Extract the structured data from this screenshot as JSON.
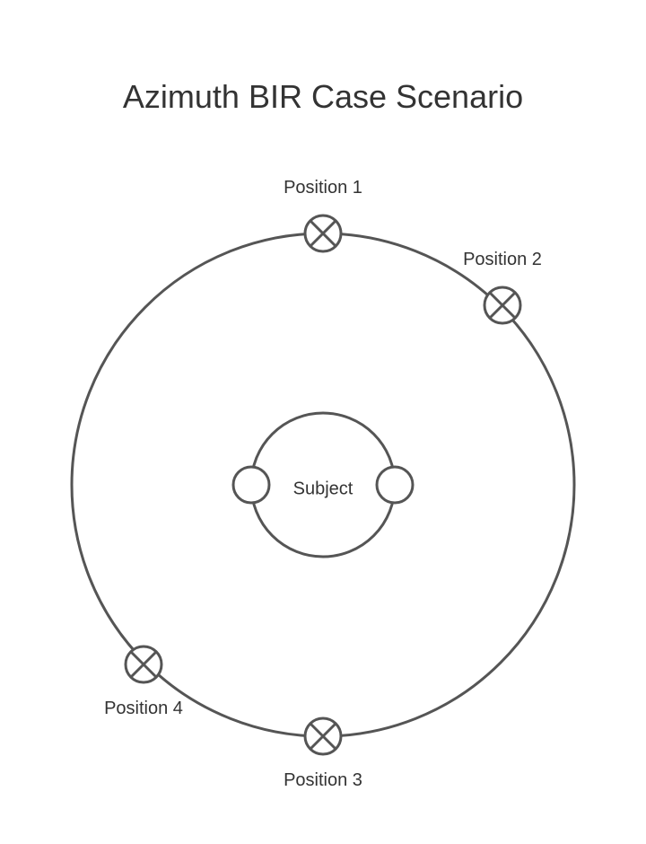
{
  "title": "Azimuth BIR Case Scenario",
  "subject": {
    "label": "Subject"
  },
  "positions": [
    {
      "id": 1,
      "label": "Position 1"
    },
    {
      "id": 2,
      "label": "Position 2"
    },
    {
      "id": 3,
      "label": "Position 3"
    },
    {
      "id": 4,
      "label": "Position 4"
    }
  ],
  "colors": {
    "stroke": "#555555",
    "text": "#333333",
    "background": "#ffffff"
  },
  "icons": {
    "position_marker": "circle-x-icon"
  }
}
